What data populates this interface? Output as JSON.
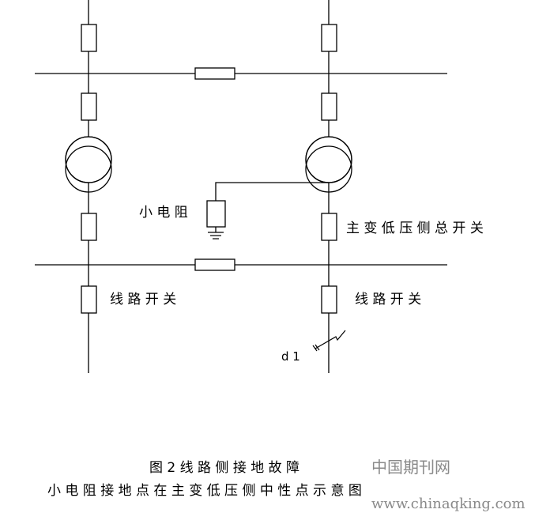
{
  "labels": {
    "small_resistor": "小 电 阻",
    "main_transformer_switch": "主 变 低 压 侧 总 开 关",
    "line_switch_left": "线 路 开 关",
    "line_switch_right": "线 路 开 关",
    "fault_point": "d 1"
  },
  "caption": {
    "title": "图 2 线 路 侧 接 地 故 障",
    "subtitle": "小 电 阻 接 地 点 在 主 变 低 压 侧 中 性 点 示 意 图"
  },
  "watermark": {
    "name": "中国期刊网",
    "url": "www.chinaqking.com"
  }
}
